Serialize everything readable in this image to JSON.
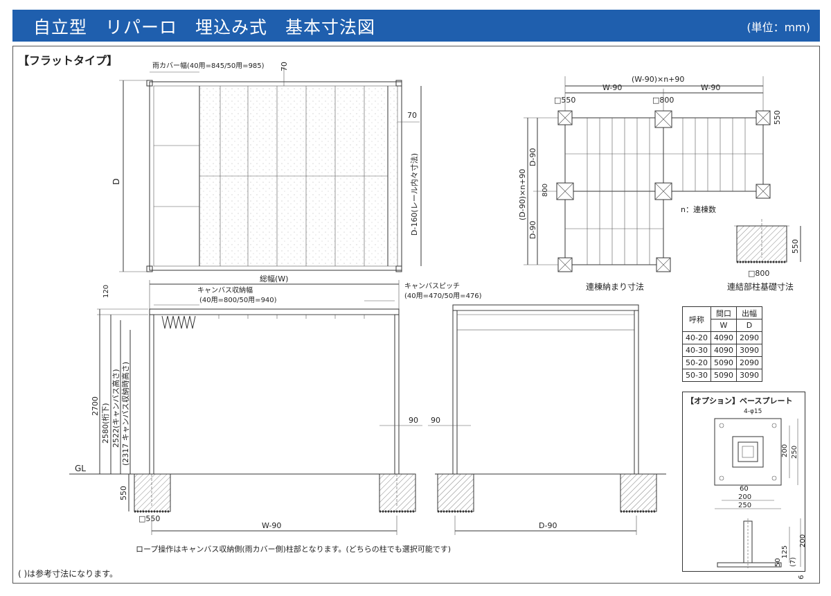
{
  "header": {
    "title": "自立型　リパーロ　埋込み式　基本寸法図",
    "unit": "(単位：mm)"
  },
  "section_title": "【フラットタイプ】",
  "plan": {
    "rain_cover": "雨カバー幅(40用=845/50用=985)",
    "dim_70_top": "70",
    "dim_70_right": "70",
    "rail_dim": "D-160(レール内々寸法)",
    "depth": "D"
  },
  "front": {
    "total_width": "総幅(W)",
    "canvas_store": "キャンバス収納幅",
    "canvas_store_sub": "(40用=800/50用=940)",
    "canvas_pitch": "キャンバスピッチ",
    "canvas_pitch_sub": "(40用=470/50用=476)",
    "h120": "120",
    "h2700": "2700",
    "h2580": "2580(桁下)",
    "h2522": "2522(キャンバス高さ)",
    "h2317": "(2317 キャンバス収納時高さ)",
    "gl": "GL",
    "d550": "550",
    "sq550": "□550",
    "w90": "W-90",
    "p90a": "90",
    "p90b": "90",
    "dd90": "D-90"
  },
  "linked": {
    "top": "(W-90)×n+90",
    "wa": "W-90",
    "wb": "W-90",
    "sq550a": "□550",
    "sq800a": "□800",
    "sq550b": "550",
    "left": "(D-90)×n+90",
    "da": "D-90",
    "db": "D-90",
    "sq800b": "800",
    "n_note": "n：連棟数",
    "caption": "連棟納まり寸法"
  },
  "foundation": {
    "h550": "550",
    "sq800": "□800",
    "caption": "連結部柱基礎寸法"
  },
  "table": {
    "h_name": "呼称",
    "h_w": "間口",
    "h_w2": "W",
    "h_d": "出幅",
    "h_d2": "D",
    "rows": [
      [
        "40-20",
        "4090",
        "2090"
      ],
      [
        "40-30",
        "4090",
        "3090"
      ],
      [
        "50-20",
        "5090",
        "2090"
      ],
      [
        "50-30",
        "5090",
        "3090"
      ]
    ]
  },
  "option": {
    "title": "【オプション】ベースプレート",
    "holes": "4-φ15",
    "d200": "200",
    "d250": "250",
    "d60": "60",
    "d200b": "200",
    "d250b": "250",
    "d125": "125",
    "d7": "(7)",
    "d50": "50",
    "d200c": "200",
    "d6": "6"
  },
  "notes": {
    "rope": "ロープ操作はキャンバス収納側(雨カバー側)柱部となります。(どちらの柱でも選択可能です)",
    "ref": "( )は参考寸法になります。"
  }
}
